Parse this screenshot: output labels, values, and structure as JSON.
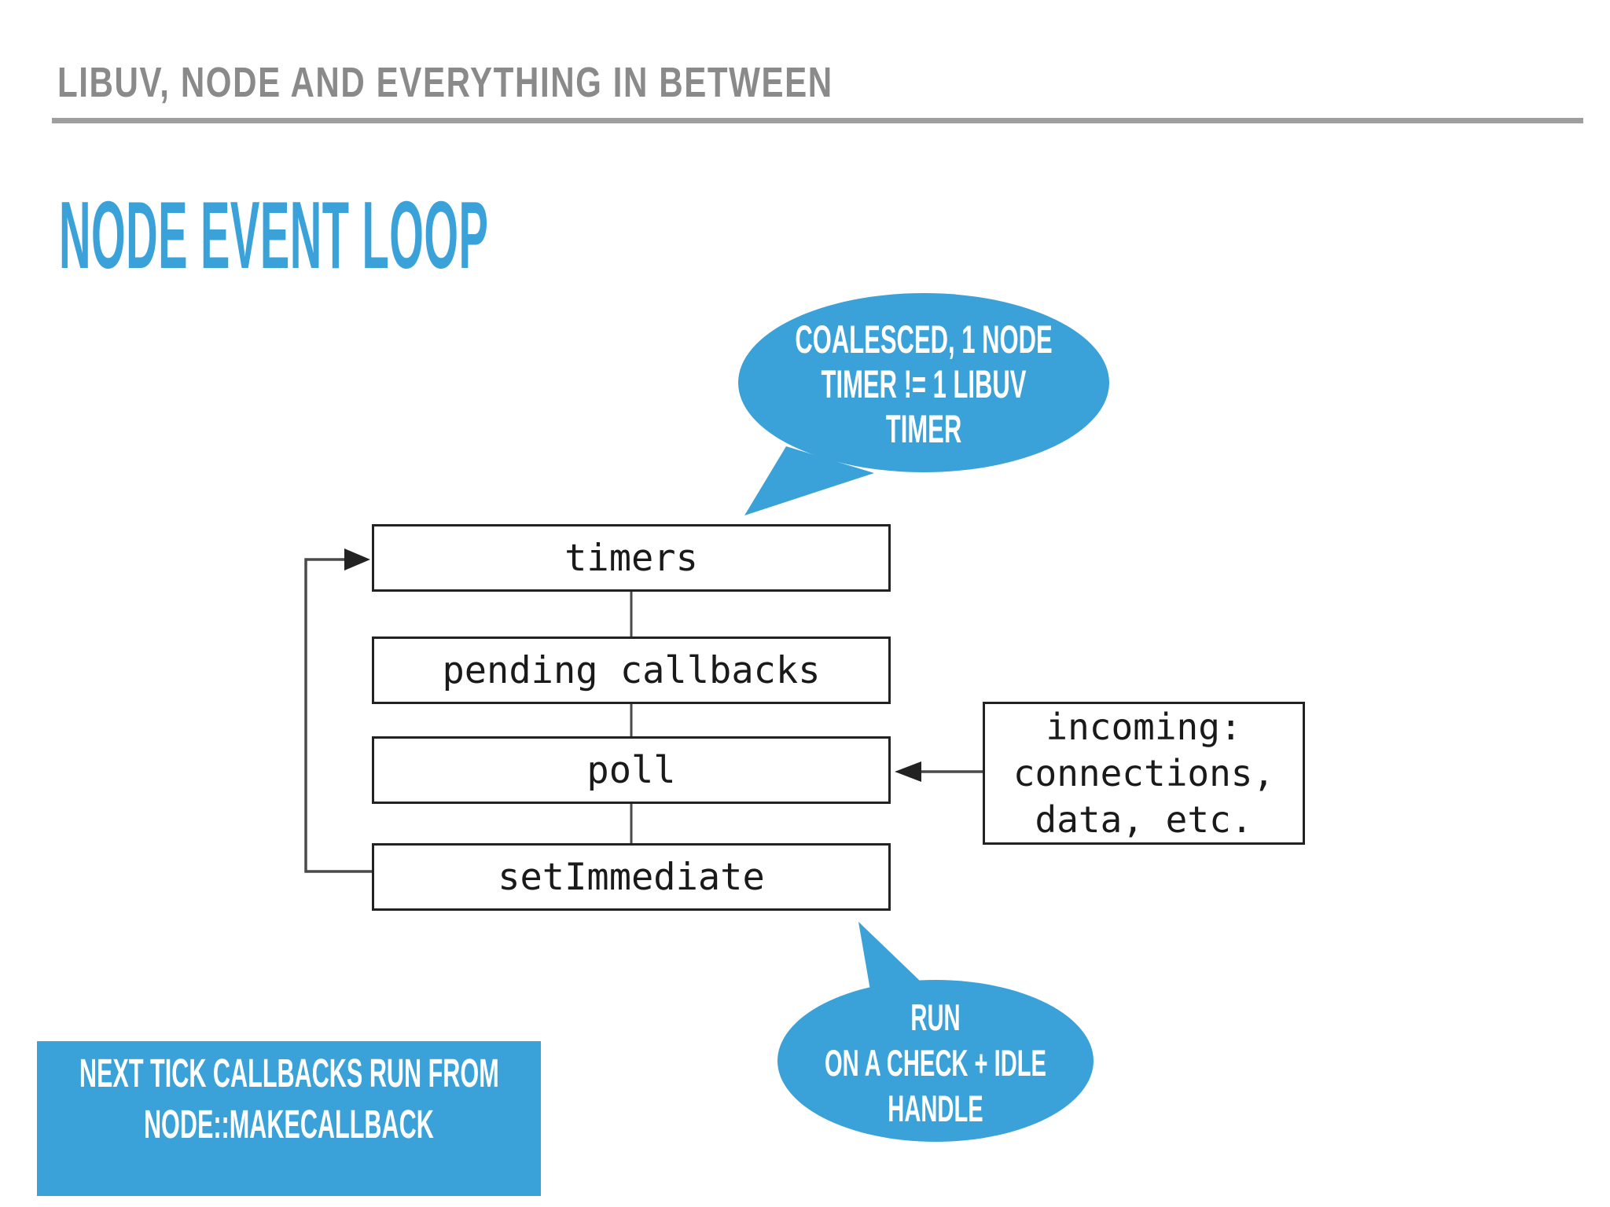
{
  "slide": {
    "header": "LIBUV, NODE AND EVERYTHING IN BETWEEN",
    "title": "NODE EVENT LOOP"
  },
  "diagram": {
    "boxes": [
      {
        "label": "timers"
      },
      {
        "label": "pending callbacks"
      },
      {
        "label": "poll"
      },
      {
        "label": "setImmediate"
      }
    ],
    "side_box": {
      "lines": [
        "incoming:",
        "connections,",
        "data, etc."
      ]
    },
    "icons": {
      "loop_arrow": "arrowhead-right",
      "poll_input_arrow": "arrowhead-left"
    }
  },
  "callouts": {
    "timer_bubble": {
      "lines": [
        "COALESCED, 1 NODE",
        "TIMER != 1 LIBUV",
        "TIMER"
      ]
    },
    "check_bubble": {
      "lines": [
        "RUN",
        "ON A CHECK + IDLE",
        "HANDLE"
      ]
    },
    "next_tick_note": {
      "lines": [
        "NEXT TICK CALLBACKS RUN FROM",
        "NODE::MAKECALLBACK"
      ]
    }
  },
  "colors": {
    "accent_blue": "#3aa2d8",
    "header_gray": "#8a8a8a",
    "rule_gray": "#9e9e9e",
    "box_border": "#222222",
    "line_gray": "#4a4a4a",
    "text_dark": "#1a1a1a",
    "background": "#ffffff"
  }
}
